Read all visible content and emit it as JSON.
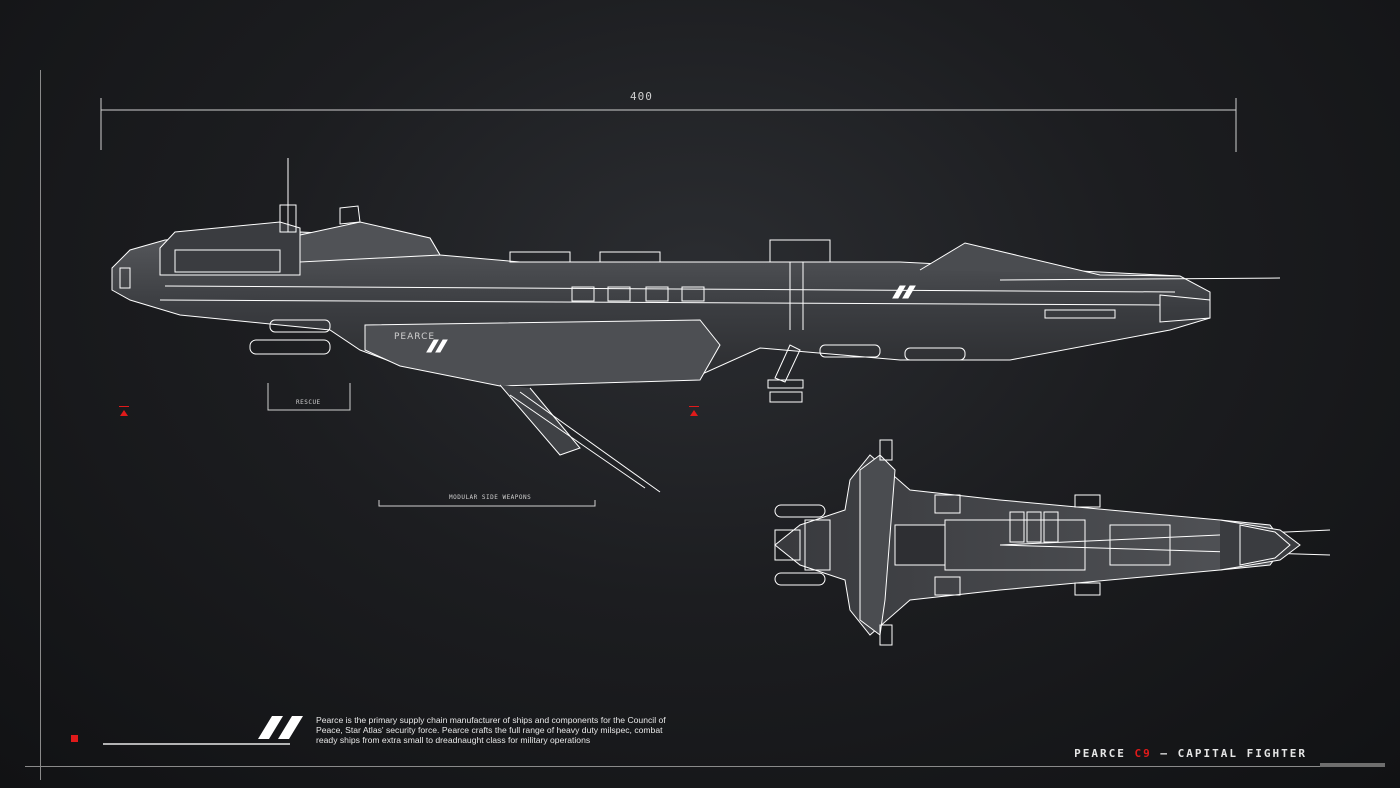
{
  "dimension_label": "400",
  "callouts": {
    "rescue": "RESCUE",
    "modular_side_weapons": "MODULAR SIDE WEAPONS"
  },
  "ship_text": {
    "brand": "PEARCE"
  },
  "description": "Pearce is the primary supply chain manufacturer of ships and components for the Council of Peace, Star Atlas' security force. Pearce crafts the full range of heavy duty milspec, combat ready ships from extra small to dreadnaught class for military operations",
  "title": {
    "brand": "PEARCE",
    "model": "C9",
    "separator": "–",
    "class": "CAPITAL FIGHTER"
  },
  "colors": {
    "accent": "#e01a1a",
    "line": "#ffffff",
    "background": "#1c1d20"
  }
}
